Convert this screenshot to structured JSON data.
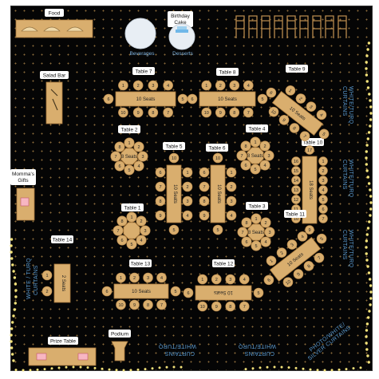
{
  "stations": {
    "food": "Food",
    "beverages": "Beverages",
    "birthday_cake": [
      "Birthday",
      "Cake"
    ],
    "desserts": "Desserts",
    "salad_bar": "Salad Bar",
    "mommas_gifts": [
      "Momma's",
      "Gifts"
    ],
    "prize_table": "Prize Table",
    "podium": "Podium"
  },
  "curtains": {
    "right_top": [
      "WHITE/TURQ",
      "CURTAINS"
    ],
    "right_mid": [
      "WHITE/TURQ",
      "CURTAINS"
    ],
    "right_low": [
      "WHITE/TURQ",
      "CURTAINS"
    ],
    "left": [
      "WHITE / TURQ",
      "CURTAINS"
    ],
    "bottom_a": [
      "WHITE/TURQ",
      "CURTAINS"
    ],
    "bottom_b": [
      "WHITE/TURQ",
      "CURTAINS"
    ],
    "bottom_right": [
      "PHOTO/WHITE/",
      "SILVER CURTAINS"
    ]
  },
  "tables": [
    {
      "name": "Table 1",
      "seats_label": "",
      "seat_count": 8,
      "shape": "round"
    },
    {
      "name": "Table 2",
      "seats_label": "8 Seats",
      "seat_count": 8,
      "shape": "round"
    },
    {
      "name": "Table 3",
      "seats_label": "8 Seats",
      "seat_count": 8,
      "shape": "round"
    },
    {
      "name": "Table 4",
      "seats_label": "8 Seats",
      "seat_count": 8,
      "shape": "round"
    },
    {
      "name": "Table 5",
      "seats_label": "10 Seats",
      "seat_count": 10,
      "shape": "rect"
    },
    {
      "name": "Table 6",
      "seats_label": "10 Seats",
      "seat_count": 10,
      "shape": "rect"
    },
    {
      "name": "Table 7",
      "seats_label": "10 Seats",
      "seat_count": 10,
      "shape": "rect"
    },
    {
      "name": "Table 8",
      "seats_label": "10 Seats",
      "seat_count": 10,
      "shape": "rect"
    },
    {
      "name": "Table 9",
      "seats_label": "10 Seats",
      "seat_count": 10,
      "shape": "rect"
    },
    {
      "name": "Table 10",
      "seats_label": "18 Seats",
      "seat_count": 18,
      "shape": "rect"
    },
    {
      "name": "Table 11",
      "seats_label": "10 Seats",
      "seat_count": 10,
      "shape": "rect"
    },
    {
      "name": "Table 12",
      "seats_label": "10 Seats",
      "seat_count": 10,
      "shape": "rect"
    },
    {
      "name": "Table 13",
      "seats_label": "10 Seats",
      "seat_count": 10,
      "shape": "rect"
    },
    {
      "name": "Table 14",
      "seats_label": "2 Seats",
      "seat_count": 2,
      "shape": "rect"
    }
  ],
  "colors": {
    "floor": "#050505",
    "wood": "#d9ae6e",
    "curtain_text": "#5a9ad0",
    "lights": "#f3e27a"
  }
}
